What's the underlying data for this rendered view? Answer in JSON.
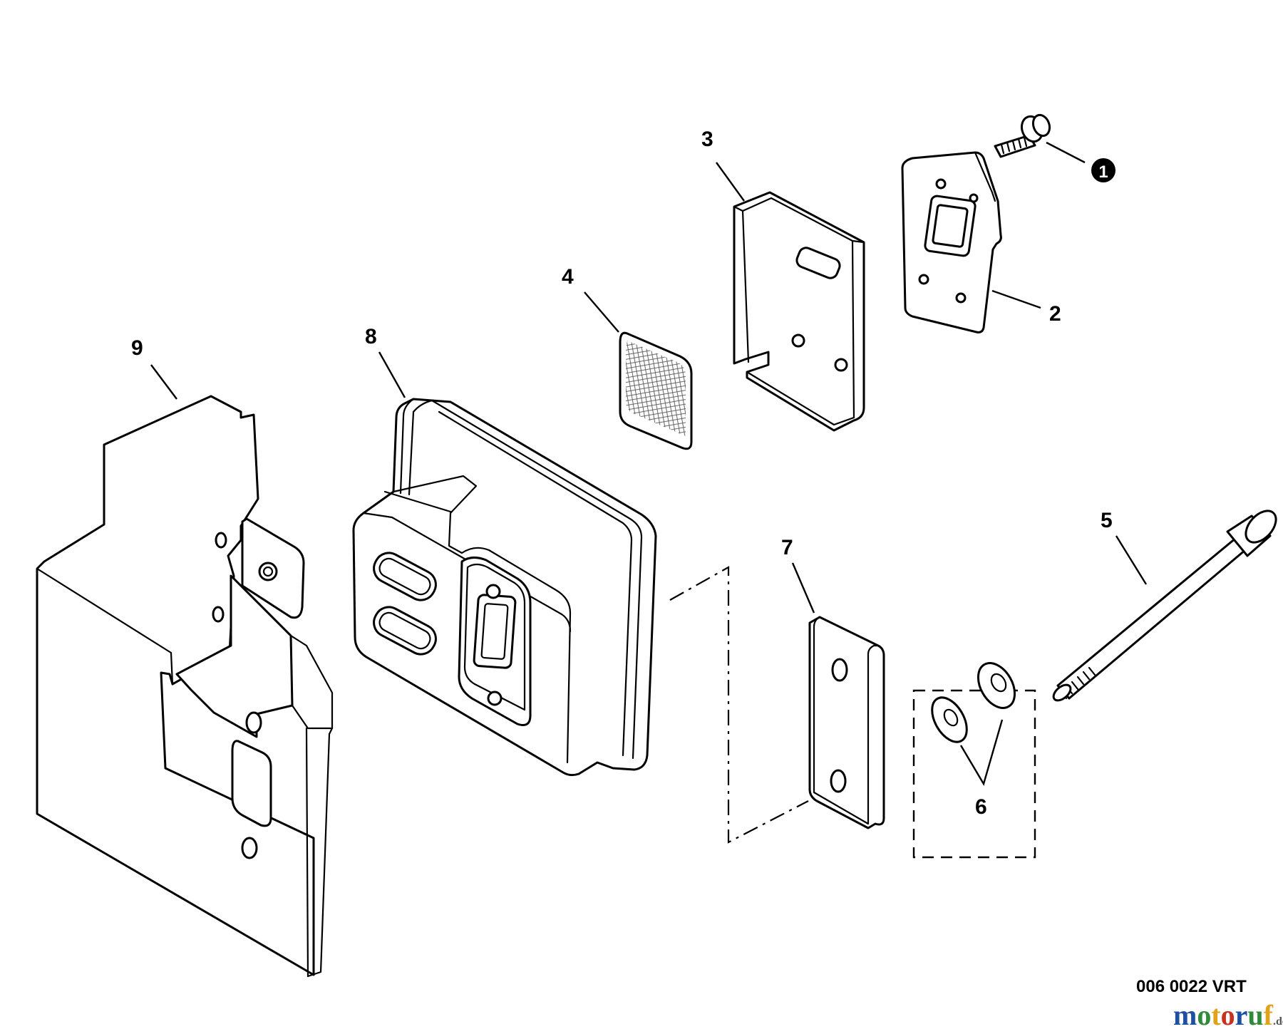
{
  "callouts": {
    "c1": "1",
    "c2": "2",
    "c3": "3",
    "c4": "4",
    "c5": "5",
    "c6": "6",
    "c7": "7",
    "c8": "8",
    "c9": "9"
  },
  "drawing_code": "006 0022 VRT",
  "watermark": {
    "name": "motoruf",
    "suffix": ".de",
    "colors": [
      "#1f4fa3",
      "#2e8b3a",
      "#e0a21a",
      "#c8321e"
    ]
  }
}
